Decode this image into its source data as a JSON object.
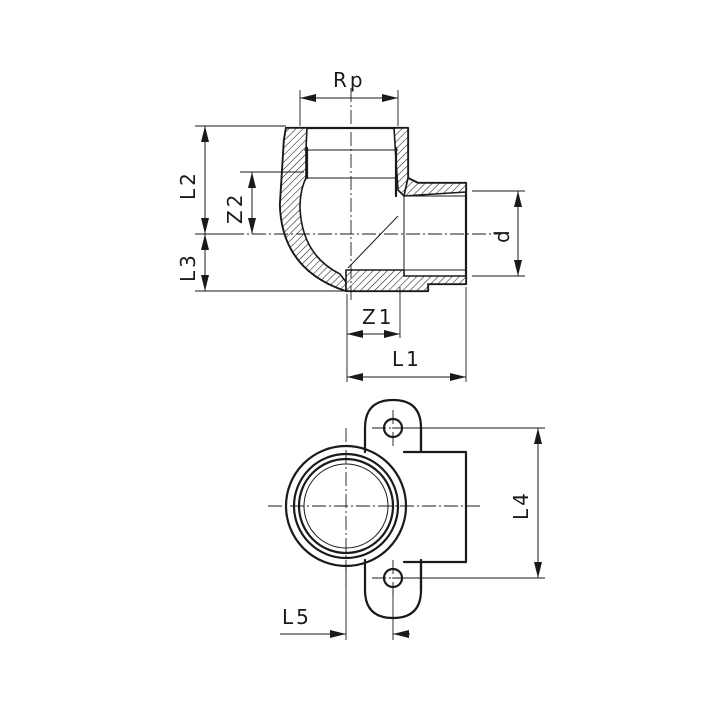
{
  "labels": {
    "rp": "Rp",
    "l2": "L2",
    "z2": "Z2",
    "l3": "L3",
    "d": "d",
    "z1": "Z1",
    "l1": "L1",
    "l4": "L4",
    "l5": "L5"
  }
}
